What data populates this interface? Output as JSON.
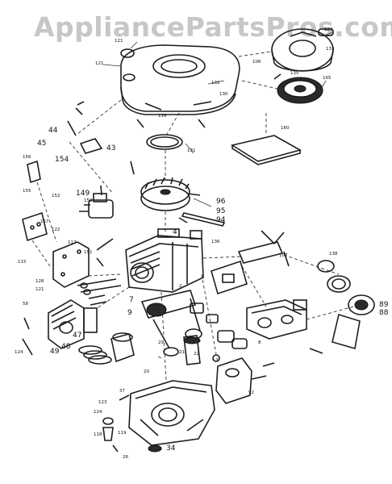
{
  "watermark": "AppliancePartsPros.com",
  "callouts": {
    "c121a": "121",
    "c121b": "121",
    "c120": "120",
    "c133": "133",
    "c106": "106",
    "c135": "135",
    "c165": "165",
    "c132": "132",
    "c130": "130",
    "c116": "116",
    "c131": "131",
    "c160": "160",
    "c44": "44",
    "c45": "45",
    "c43": "43",
    "c156": "156",
    "c154": "154",
    "c155": "155",
    "c149": "149",
    "c152": "152",
    "c150": "150",
    "c96": "96",
    "c95": "95",
    "c94": "94",
    "c4": "4",
    "c136": "136",
    "c157": "157",
    "c122": "122",
    "c117": "117",
    "c115": "115",
    "c151": "151",
    "c128": "128",
    "c121c": "121",
    "c138": "138",
    "c107": "107",
    "c58": "58",
    "c7": "7",
    "c9": "9",
    "c2": "2",
    "c47": "47",
    "c48": "48",
    "c49": "49",
    "c124": "124",
    "c22": "22",
    "c29": "29",
    "c21": "21",
    "c8a": "8",
    "c89": "89",
    "c88": "88",
    "c37": "37",
    "c123": "123",
    "c124b": "124",
    "c20": "20",
    "c92": "92",
    "c34": "34",
    "c26": "26",
    "c118": "118",
    "c119": "119"
  }
}
